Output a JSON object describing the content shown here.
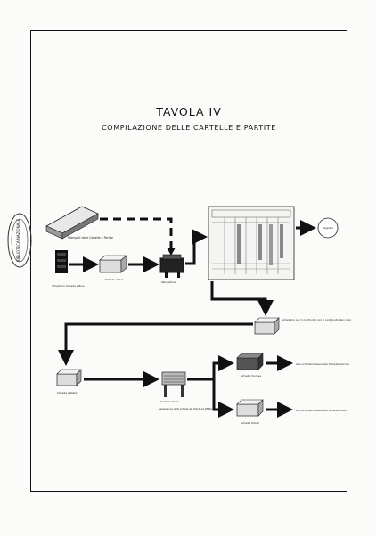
{
  "title": "TAVOLA IV",
  "subtitle": "COMPILAZIONE DELLE CARTELLE E PARTITE",
  "stamp_text": "BIBLIOTECA NAZIONALE",
  "labels": {
    "stampati": "Stampati delle Cartelle e Partite",
    "schedario_attivo": "Schedario Schede attive",
    "schede_attive": "Schede attive",
    "tabulatrice": "Tabulatrice",
    "registro": "Registro",
    "schedario_confronto": "Schedario per il confronto con il contenuto del ruolo",
    "schede_esitate": "Schede esitate",
    "selezionatrice": "Selezionatrice",
    "selezionatrice_desc": "Separazione delle schede dei tributi ed effettuazione...",
    "schede_morose": "Schede morose",
    "schede_tributi": "Schede tributi",
    "dest_1": "Allo schedario Generale Schede morose",
    "dest_2": "Allo schedario Generale Schede Tributi"
  }
}
